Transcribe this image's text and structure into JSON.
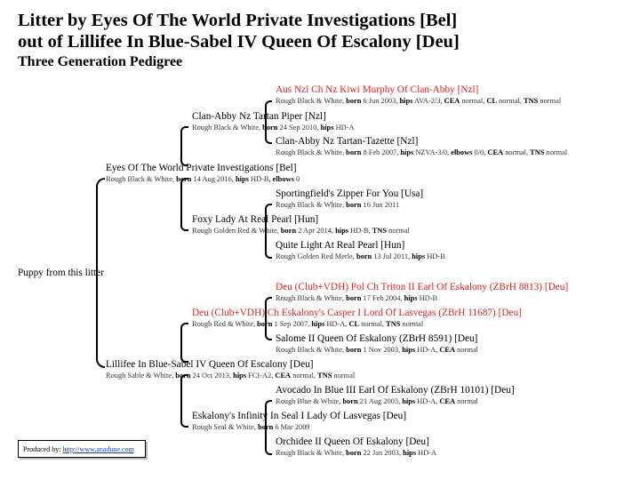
{
  "header": {
    "line1": "Litter by Eyes Of The World Private Investigations [Bel]",
    "line2": "out of Lillifee In Blue-Sabel IV Queen Of Escalony [Deu]",
    "subtitle": "Three Generation Pedigree"
  },
  "puppy": "Puppy from this litter",
  "dogs": {
    "sire": {
      "name": "Eyes Of The World Private Investigations [Bel]",
      "color": "Rough Black & White",
      "born": "14 Aug 2016",
      "health": [
        {
          "k": "hips",
          "v": "HD-B"
        },
        {
          "k": "elbows",
          "v": "0"
        }
      ]
    },
    "dam": {
      "name": "Lillifee In Blue-Sabel IV Queen Of Escalony [Deu]",
      "color": "Rough Sable & White",
      "born": "24 Oct 2013",
      "health": [
        {
          "k": "hips",
          "v": "FCI-A2"
        },
        {
          "k": "CEA",
          "v": "normal"
        },
        {
          "k": "TNS",
          "v": "normal"
        }
      ]
    },
    "ss": {
      "name": "Clan-Abby Nz Tartan Piper [Nzl]",
      "color": "Rough Black & White",
      "born": "24 Sep 2010",
      "health": [
        {
          "k": "hips",
          "v": "HD-A"
        }
      ]
    },
    "sd": {
      "name": "Foxy Lady At Real Pearl [Hun]",
      "color": "Rough Golden Red & White",
      "born": "2 Apr 2014",
      "health": [
        {
          "k": "hips",
          "v": "HD-B"
        },
        {
          "k": "TNS",
          "v": "normal"
        }
      ]
    },
    "ds": {
      "name": "Deu (Club+VDH) Ch Eskalony's Casper I Lord Of Lasvegas (ZBrH 11687) [Deu]",
      "color": "Rough Red & White",
      "born": "1 Sep 2007",
      "health": [
        {
          "k": "hips",
          "v": "HD-A"
        },
        {
          "k": "CL",
          "v": "normal"
        },
        {
          "k": "TNS",
          "v": "normal"
        }
      ]
    },
    "dd": {
      "name": "Eskalony's Infinity In Seal I Lady Of Lasvegas [Deu]",
      "color": "Rough Seal & White",
      "born": "6 Mar 2009",
      "health": []
    },
    "sss": {
      "name": "Aus Nzl Ch Nz Kiwi Murphy Of Clan-Abby [Nzl]",
      "color": "Rough Black & White",
      "born": "6 Jun 2003",
      "health": [
        {
          "k": "hips",
          "v": "AVA-2/3"
        },
        {
          "k": "CEA",
          "v": "normal"
        },
        {
          "k": "CL",
          "v": "normal"
        },
        {
          "k": "TNS",
          "v": "normal"
        }
      ]
    },
    "ssd": {
      "name": "Clan-Abby Nz Tartan-Tazette [Nzl]",
      "color": "Rough Black & White",
      "born": "8 Feb 2007",
      "health": [
        {
          "k": "hips",
          "v": "NZVA-3/0"
        },
        {
          "k": "elbows",
          "v": "0/0"
        },
        {
          "k": "CEA",
          "v": "normal"
        },
        {
          "k": "TNS",
          "v": "normal"
        }
      ]
    },
    "sds": {
      "name": "Sportingfield's Zipper For You [Usa]",
      "color": "Rough Black & White",
      "born": "16 Jun 2011",
      "health": []
    },
    "sdd": {
      "name": "Quite Light At Real Pearl [Hun]",
      "color": "Rough Golden Red Merle",
      "born": "13 Jul 2011",
      "health": [
        {
          "k": "hips",
          "v": "HD-B"
        }
      ]
    },
    "dss": {
      "name": "Deu (Club+VDH) Pol Ch Triton II Earl Of Eskalony (ZBrH 8813) [Deu]",
      "color": "Rough Black & White",
      "born": "17 Feb 2004",
      "health": [
        {
          "k": "hips",
          "v": "HD-B"
        }
      ]
    },
    "dsd": {
      "name": "Salome II Queen Of Eskalony (ZBrH 8591) [Deu]",
      "color": "Rough Black & White",
      "born": "1 Nov 2003",
      "health": [
        {
          "k": "hips",
          "v": "HD-A"
        },
        {
          "k": "CEA",
          "v": "normal"
        }
      ]
    },
    "dds": {
      "name": "Avocado In Blue III Earl Of Eskalony (ZBrH 10101) [Deu]",
      "color": "Rough Blue & White",
      "born": "21 Aug 2005",
      "health": [
        {
          "k": "hips",
          "v": "HD-A"
        },
        {
          "k": "CEA",
          "v": "normal"
        }
      ]
    },
    "ddd": {
      "name": "Orchidee II Queen Of Eskalony [Deu]",
      "color": "Rough Black & White",
      "born": "22 Jan 2003",
      "health": [
        {
          "k": "hips",
          "v": "HD-A"
        }
      ]
    }
  },
  "footer": {
    "label": "Produced by:",
    "link": "http://www.anadune.com"
  }
}
